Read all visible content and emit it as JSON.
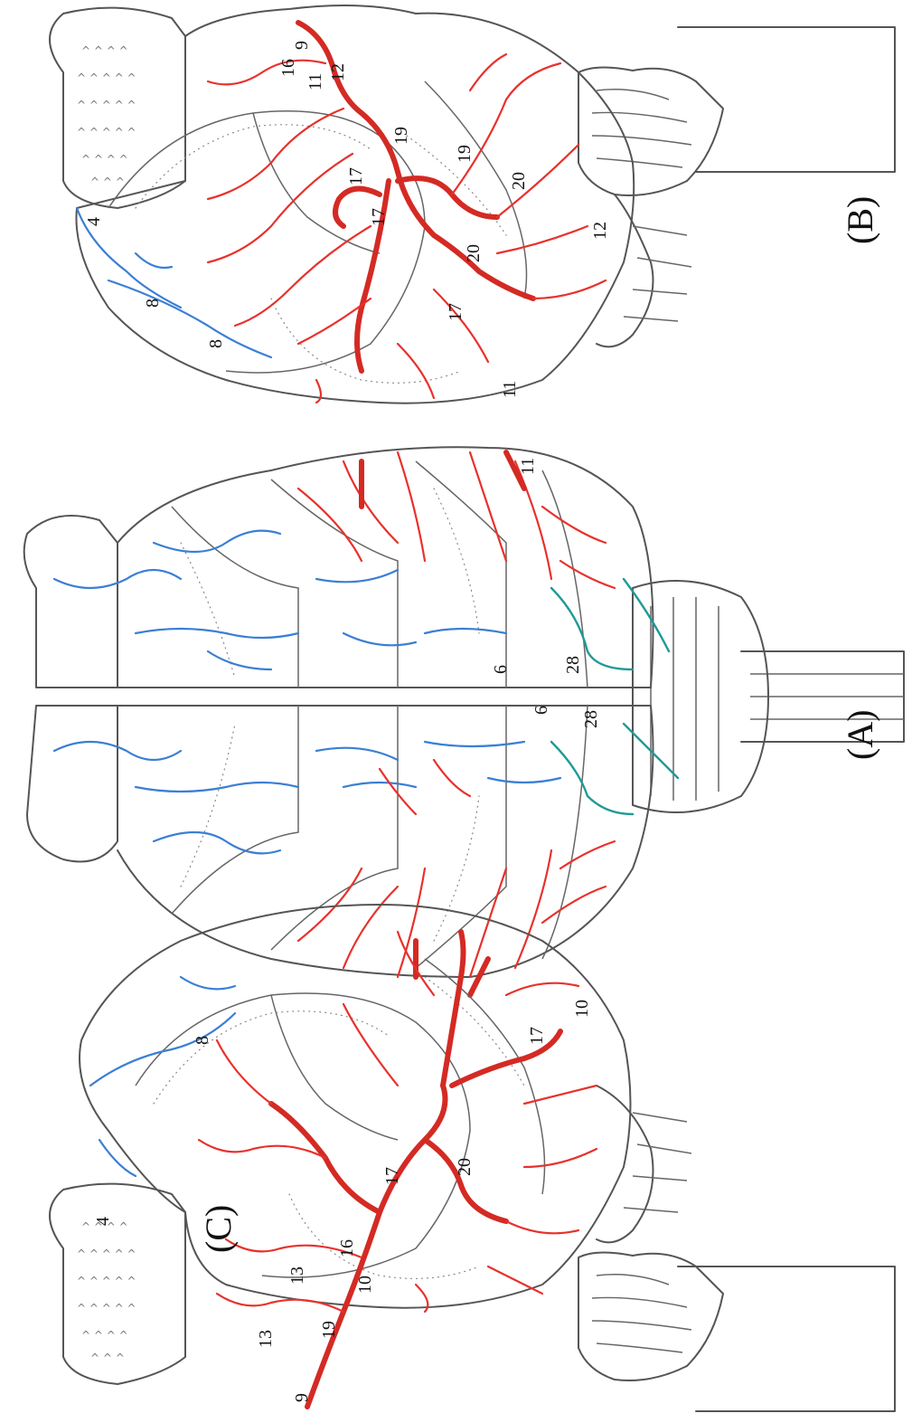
{
  "panels": {
    "A": {
      "label": "(A)",
      "numbers": [
        "11",
        "6",
        "28",
        "6",
        "28"
      ]
    },
    "B": {
      "label": "(B)",
      "numbers": [
        "9",
        "16",
        "11",
        "12",
        "19",
        "19",
        "17",
        "17",
        "20",
        "20",
        "12",
        "17",
        "4",
        "8",
        "8",
        "11"
      ]
    },
    "C": {
      "label": "(C)",
      "numbers": [
        "8",
        "4",
        "17",
        "10",
        "17",
        "20",
        "16",
        "13",
        "10",
        "13",
        "19",
        "9"
      ]
    }
  },
  "colors": {
    "artery": "#e8312c",
    "artery_main": "#d42a24",
    "vein": "#3a7fd4",
    "teal": "#1f9a96",
    "outline": "#555555"
  }
}
